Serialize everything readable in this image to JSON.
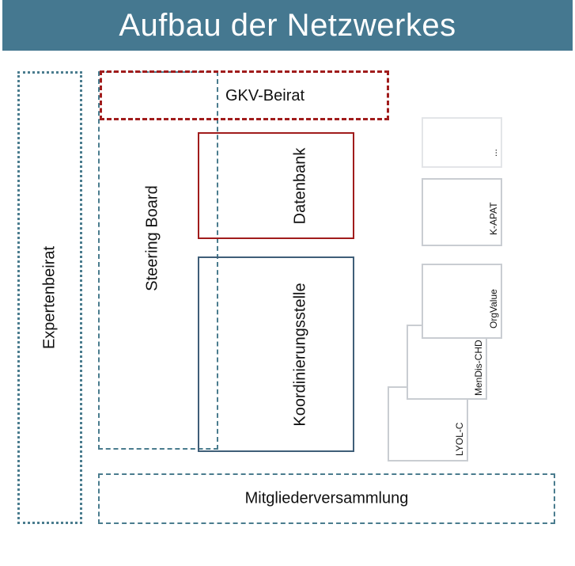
{
  "title": "Aufbau der Netzwerkes",
  "nodes": {
    "expertenbeirat": "Expertenbeirat",
    "steering_board": "Steering Board",
    "gkv_beirat": "GKV-Beirat",
    "datenbank": "Datenbank",
    "koordinierungsstelle": "Koordinierungsstelle",
    "mitgliederversammlung": "Mitgliederversammlung"
  },
  "projects": {
    "more": "...",
    "k_apat": "K-APAT",
    "orgvalue": "OrgValue",
    "mendis_chd": "MenDis-CHD",
    "lyol_c": "LYOL-C"
  },
  "colors": {
    "title_bg": "#457890",
    "teal_dashed": "#4a7c8e",
    "red": "#a01c1c",
    "navy": "#3f5e78",
    "project_gray": "#c9cdd2"
  }
}
